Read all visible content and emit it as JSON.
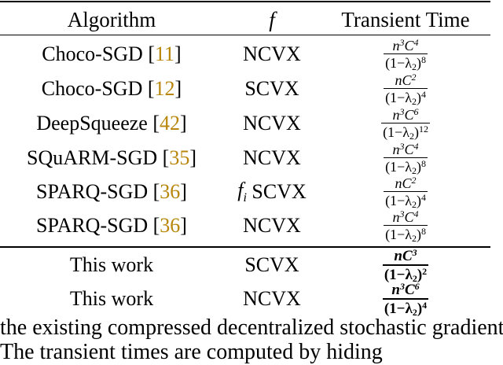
{
  "header": {
    "algorithm": "Algorithm",
    "f": "f",
    "transient": "Transient Time"
  },
  "rows": [
    {
      "name": "Choco-SGD [",
      "cite": "11",
      "close": "]",
      "f_prefix": "",
      "f": "NCVX",
      "num_base": "n",
      "num_e1": "3",
      "num_c": "C",
      "num_e2": "4",
      "den_inner": "(1−λ",
      "den_sub": "2",
      "den_close": ")",
      "den_exp": "8"
    },
    {
      "name": "Choco-SGD [",
      "cite": "12",
      "close": "]",
      "f_prefix": "",
      "f": "SCVX",
      "num_base": "n",
      "num_e1": "",
      "num_c": "C",
      "num_e2": "2",
      "den_inner": "(1−λ",
      "den_sub": "2",
      "den_close": ")",
      "den_exp": "4"
    },
    {
      "name": "DeepSqueeze [",
      "cite": "42",
      "close": "]",
      "f_prefix": "",
      "f": "NCVX",
      "num_base": "n",
      "num_e1": "3",
      "num_c": "C",
      "num_e2": "6",
      "den_inner": "(1−λ",
      "den_sub": "2",
      "den_close": ")",
      "den_exp": "12"
    },
    {
      "name": "SQuARM-SGD [",
      "cite": "35",
      "close": "]",
      "f_prefix": "",
      "f": "NCVX",
      "num_base": "n",
      "num_e1": "3",
      "num_c": "C",
      "num_e2": "4",
      "den_inner": "(1−λ",
      "den_sub": "2",
      "den_close": ")",
      "den_exp": "8"
    },
    {
      "name": "SPARQ-SGD [",
      "cite": "36",
      "close": "]",
      "f_prefix": "f",
      "f_prefix_sub": "i",
      "f": " SCVX",
      "num_base": "n",
      "num_e1": "",
      "num_c": "C",
      "num_e2": "2",
      "den_inner": "(1−λ",
      "den_sub": "2",
      "den_close": ")",
      "den_exp": "4"
    },
    {
      "name": "SPARQ-SGD [",
      "cite": "36",
      "close": "]",
      "f_prefix": "",
      "f": "NCVX",
      "num_base": "n",
      "num_e1": "3",
      "num_c": "C",
      "num_e2": "4",
      "den_inner": "(1−λ",
      "den_sub": "2",
      "den_close": ")",
      "den_exp": "8"
    }
  ],
  "ours": [
    {
      "name": "This work",
      "f": "SCVX",
      "num_base": "n",
      "num_e1": "",
      "num_c": "C",
      "num_e2": "3",
      "den_inner": "(1−λ",
      "den_sub": "2",
      "den_close": ")",
      "den_exp": "2"
    },
    {
      "name": "This work",
      "f": "NCVX",
      "num_base": "n",
      "num_e1": "3",
      "num_c": "C",
      "num_e2": "6",
      "den_inner": "(1−λ",
      "den_sub": "2",
      "den_close": ")",
      "den_exp": "4"
    }
  ],
  "footer_line1": "the existing compressed decentralized stochastic gradient",
  "footer_line2": "The transient times are computed by hiding"
}
